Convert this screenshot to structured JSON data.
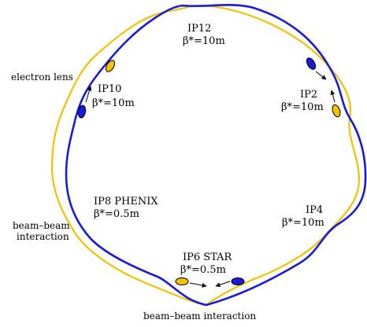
{
  "colors": {
    "blue": "#1a1adf",
    "yellow": "#f2c200",
    "arrow": "#000000"
  },
  "ips": [
    {
      "id": "IP12",
      "label": "IP12",
      "beta": "β*=10m"
    },
    {
      "id": "IP2",
      "label": "IP2",
      "beta": "β*=10m"
    },
    {
      "id": "IP4",
      "label": "IP4",
      "beta": "β*=10m"
    },
    {
      "id": "IP6",
      "label": "IP6 STAR",
      "beta": "β*=0.5m"
    },
    {
      "id": "IP8",
      "label": "IP8 PHENIX",
      "beta": "β*=0.5m"
    },
    {
      "id": "IP10",
      "label": "IP10",
      "beta": "β*=10m"
    }
  ],
  "annotations": {
    "electron_lens": "electron lens",
    "bb_left_line1": "beam–beam",
    "bb_left_line2": "interaction",
    "bb_bottom": "beam–beam interaction"
  }
}
